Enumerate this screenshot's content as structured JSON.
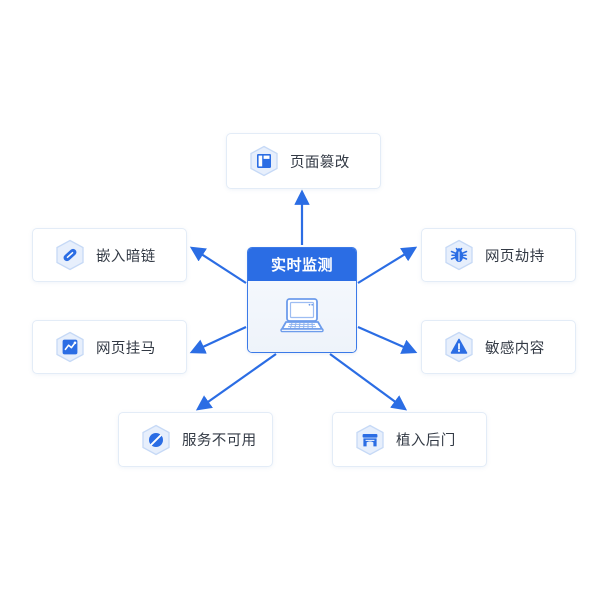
{
  "diagram": {
    "title_hidden": "",
    "center": {
      "label": "实时监测",
      "icon": "laptop-icon",
      "header_color": "#2b6de4",
      "body_color": "#f2f6fc"
    },
    "edge_color": "#2b6de4",
    "nodes": [
      {
        "id": "top",
        "label": "页面篡改",
        "icon": "page-layout-icon"
      },
      {
        "id": "left-up",
        "label": "嵌入暗链",
        "icon": "link-icon"
      },
      {
        "id": "left-down",
        "label": "网页挂马",
        "icon": "trend-chart-icon"
      },
      {
        "id": "right-up",
        "label": "网页劫持",
        "icon": "bug-icon"
      },
      {
        "id": "right-down",
        "label": "敏感内容",
        "icon": "warning-triangle-icon"
      },
      {
        "id": "bot-left",
        "label": "服务不可用",
        "icon": "no-entry-icon"
      },
      {
        "id": "bot-right",
        "label": "植入后门",
        "icon": "gate-backdoor-icon"
      }
    ]
  },
  "chart_data": {
    "type": "diagram",
    "layout": "hub-and-spoke",
    "hub": "实时监测",
    "spokes": [
      "页面篡改",
      "嵌入暗链",
      "网页挂马",
      "网页劫持",
      "敏感内容",
      "服务不可用",
      "植入后门"
    ],
    "edge_direction": "hub-to-spoke",
    "title": ""
  }
}
